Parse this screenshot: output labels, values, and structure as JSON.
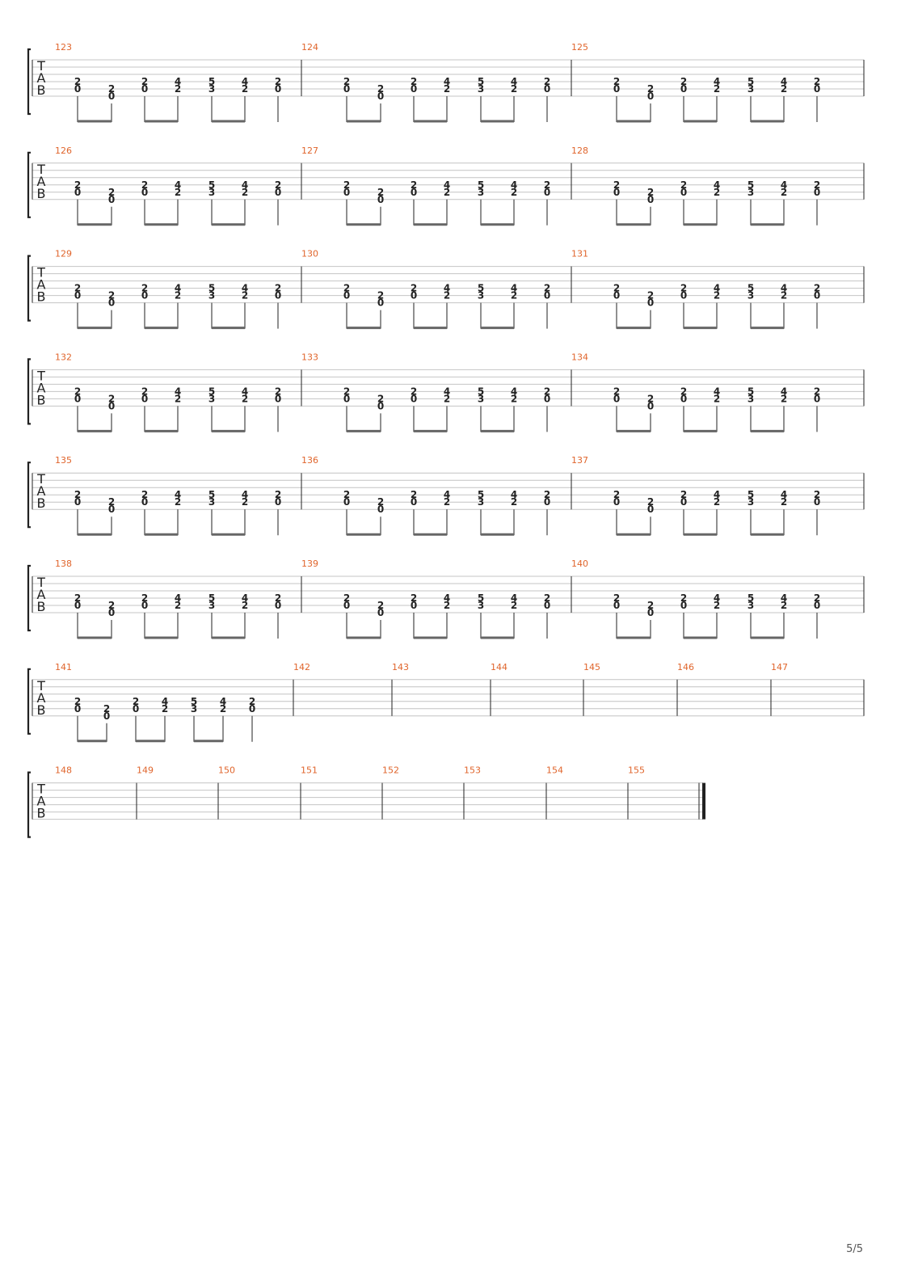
{
  "colors": {
    "measure_number": "#e0652c",
    "staff_line": "#c4c4c4",
    "ink": "#222222",
    "beam": "#666666"
  },
  "tab_clef": [
    "T",
    "A",
    "B"
  ],
  "riff_pattern": [
    {
      "notes": [
        {
          "s": 3,
          "f": "2"
        },
        {
          "s": 4,
          "f": "0"
        }
      ],
      "beam": "start"
    },
    {
      "notes": [
        {
          "s": 4,
          "f": "2"
        },
        {
          "s": 5,
          "f": "0"
        }
      ],
      "beam": "end"
    },
    {
      "notes": [
        {
          "s": 3,
          "f": "2"
        },
        {
          "s": 4,
          "f": "0"
        }
      ],
      "beam": "start"
    },
    {
      "notes": [
        {
          "s": 3,
          "f": "4"
        },
        {
          "s": 4,
          "f": "2"
        }
      ],
      "beam": "end"
    },
    {
      "notes": [
        {
          "s": 3,
          "f": "5"
        },
        {
          "s": 4,
          "f": "3"
        }
      ],
      "beam": "start"
    },
    {
      "notes": [
        {
          "s": 3,
          "f": "4"
        },
        {
          "s": 4,
          "f": "2"
        }
      ],
      "beam": "end"
    },
    {
      "notes": [
        {
          "s": 3,
          "f": "2"
        },
        {
          "s": 4,
          "f": "0"
        }
      ],
      "beam": "single"
    }
  ],
  "systems": [
    {
      "measures": [
        {
          "number": "123",
          "riff": true
        },
        {
          "number": "124",
          "riff": true
        },
        {
          "number": "125",
          "riff": true
        }
      ]
    },
    {
      "measures": [
        {
          "number": "126",
          "riff": true
        },
        {
          "number": "127",
          "riff": true
        },
        {
          "number": "128",
          "riff": true
        }
      ]
    },
    {
      "measures": [
        {
          "number": "129",
          "riff": true
        },
        {
          "number": "130",
          "riff": true
        },
        {
          "number": "131",
          "riff": true
        }
      ]
    },
    {
      "measures": [
        {
          "number": "132",
          "riff": true
        },
        {
          "number": "133",
          "riff": true
        },
        {
          "number": "134",
          "riff": true
        }
      ]
    },
    {
      "measures": [
        {
          "number": "135",
          "riff": true
        },
        {
          "number": "136",
          "riff": true
        },
        {
          "number": "137",
          "riff": true
        }
      ]
    },
    {
      "measures": [
        {
          "number": "138",
          "riff": true
        },
        {
          "number": "139",
          "riff": true
        },
        {
          "number": "140",
          "riff": true
        }
      ]
    },
    {
      "measures": [
        {
          "number": "141",
          "riff": true
        },
        {
          "number": "142",
          "riff": false
        },
        {
          "number": "143",
          "riff": false
        },
        {
          "number": "144",
          "riff": false
        },
        {
          "number": "145",
          "riff": false
        },
        {
          "number": "146",
          "riff": false
        },
        {
          "number": "147",
          "riff": false
        }
      ]
    },
    {
      "measures": [
        {
          "number": "148",
          "riff": false
        },
        {
          "number": "149",
          "riff": false
        },
        {
          "number": "150",
          "riff": false
        },
        {
          "number": "151",
          "riff": false
        },
        {
          "number": "152",
          "riff": false
        },
        {
          "number": "153",
          "riff": false
        },
        {
          "number": "154",
          "riff": false
        },
        {
          "number": "155",
          "riff": false
        }
      ],
      "final_barline": true
    }
  ],
  "page_number": "5/5"
}
